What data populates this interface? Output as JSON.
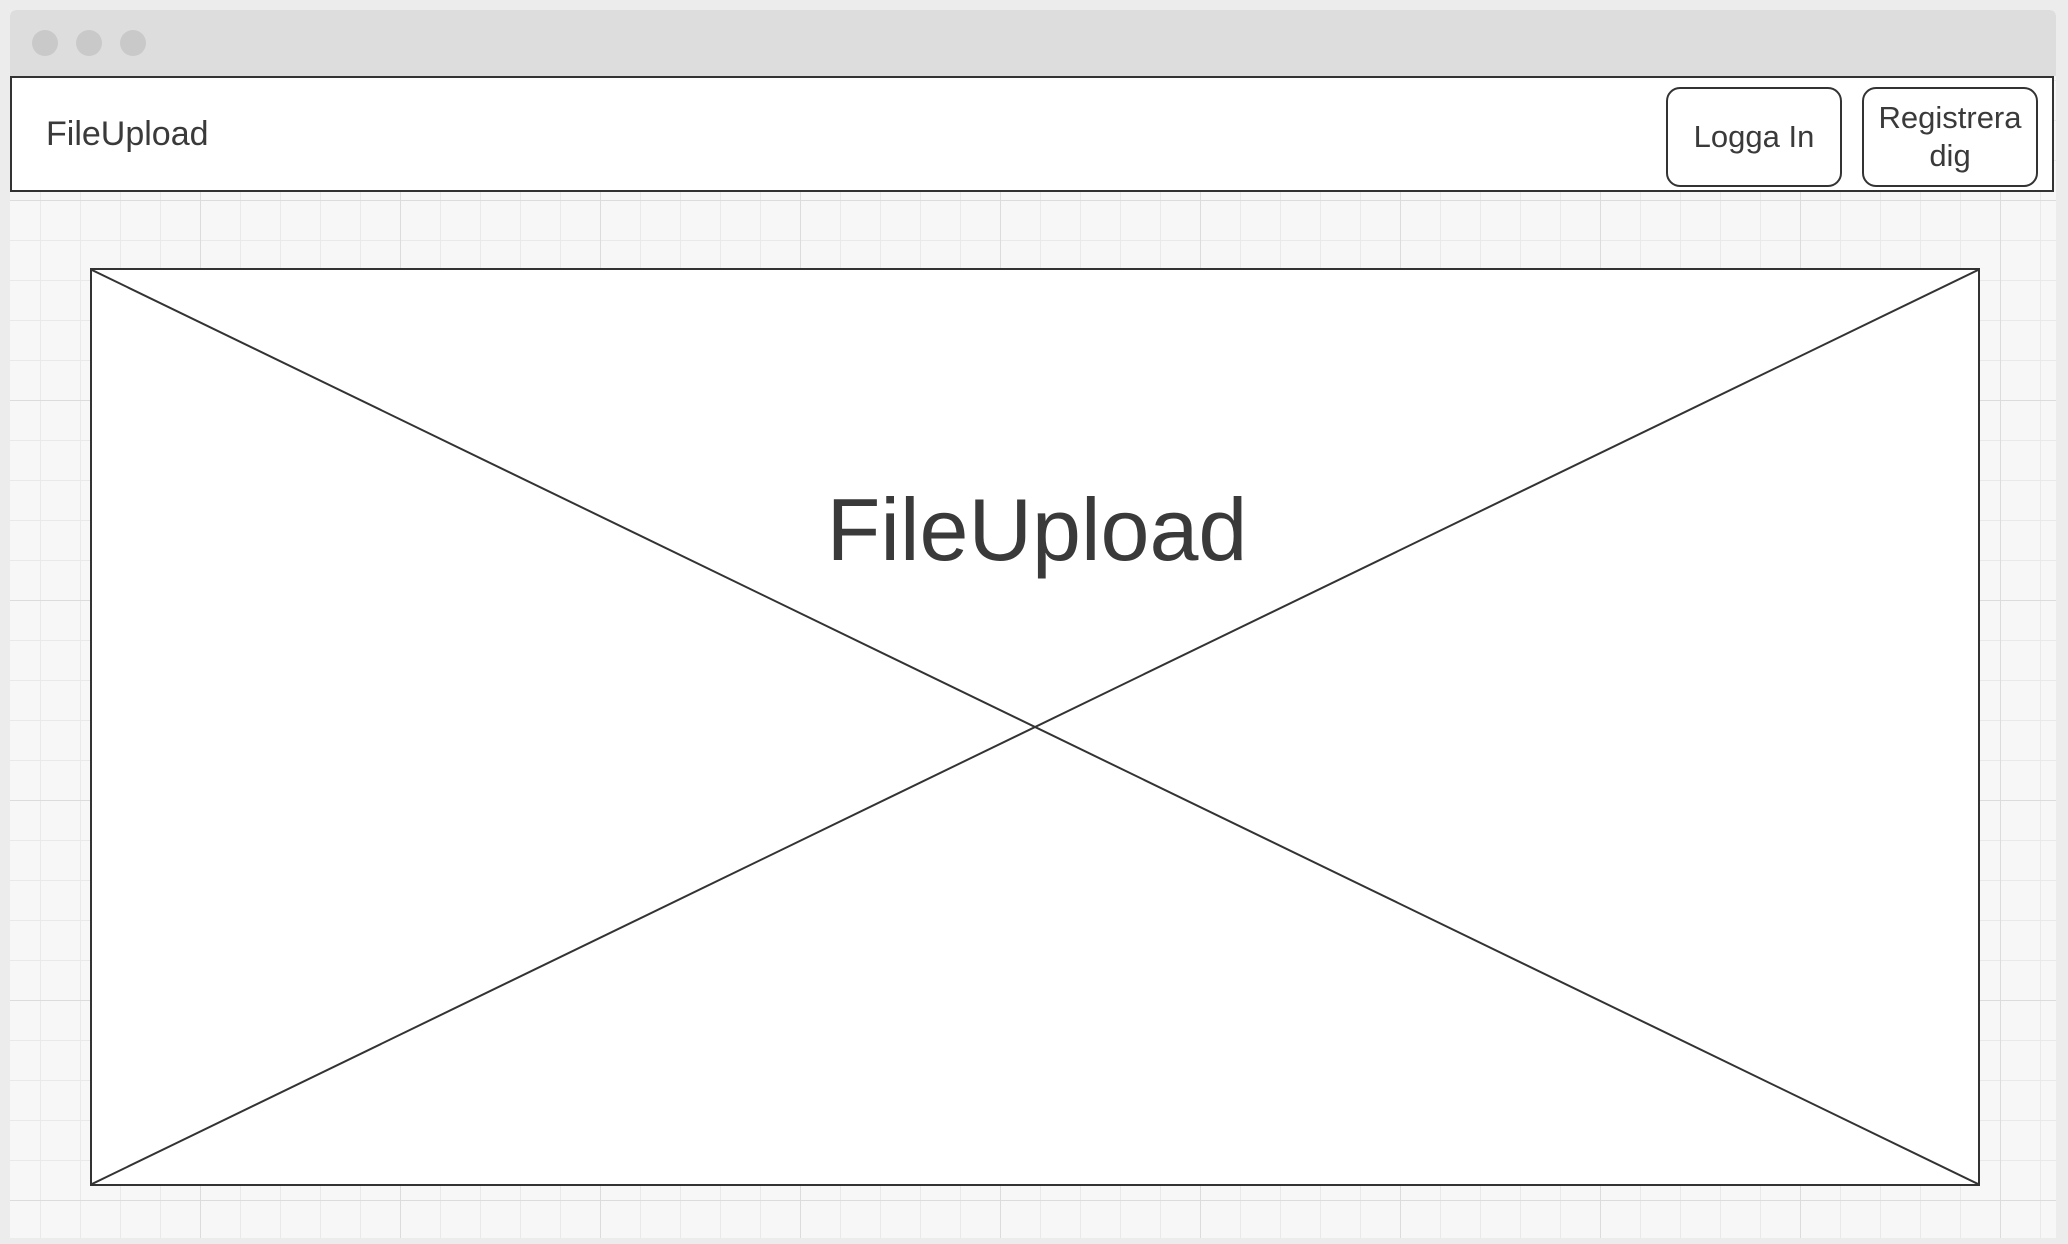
{
  "navbar": {
    "brand": "FileUpload",
    "login_label": "Logga In",
    "register_label": "Registrera dig"
  },
  "hero": {
    "title": "FileUpload"
  }
}
